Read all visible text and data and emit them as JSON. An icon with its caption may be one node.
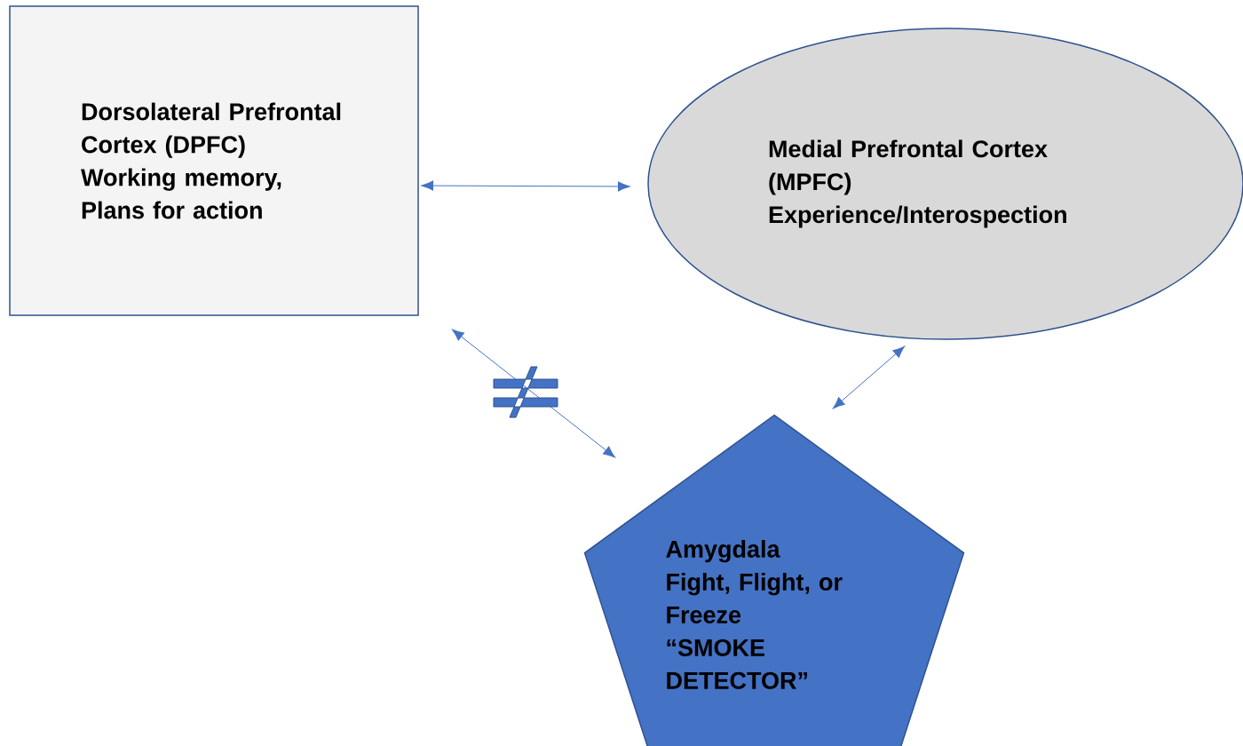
{
  "diagram": {
    "nodes": [
      {
        "text": [
          "Dorsolateral Prefrontal Cortex (DPFC)",
          "Working memory, Plans for action"
        ]
      },
      {
        "text": [
          "Medial Prefrontal Cortex (MPFC)",
          "Experience/Interospection"
        ]
      },
      {
        "text": [
          "Amygdala",
          "Fight, Flight, or Freeze",
          "“SMOKE DETECTOR”"
        ]
      }
    ],
    "edges": [
      {
        "from": 0,
        "to": 1,
        "arrow": "both"
      },
      {
        "from": 0,
        "to": 2,
        "arrow": "both"
      },
      {
        "from": 1,
        "to": 2,
        "arrow": "both"
      }
    ]
  }
}
